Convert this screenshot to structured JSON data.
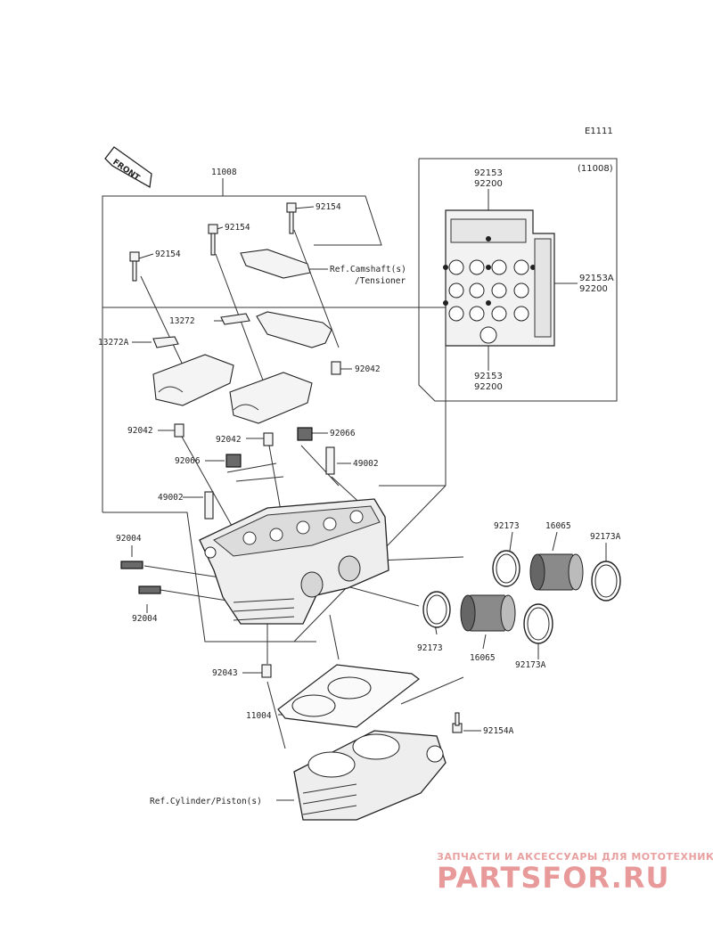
{
  "diagram_code": "E1111",
  "front_label": "FRONT",
  "inset": {
    "title": "(11008)",
    "labels": {
      "top": [
        "92153",
        "92200"
      ],
      "right": [
        "92153A",
        "92200"
      ],
      "bottom": [
        "92153",
        "92200"
      ]
    }
  },
  "parts": {
    "p11008": "11008",
    "p92154_a": "92154",
    "p92154_b": "92154",
    "p92154_c": "92154",
    "ref_camshaft_1": "Ref.Camshaft(s)",
    "ref_camshaft_2": "/Tensioner",
    "p13272": "13272",
    "p13272A": "13272A",
    "p92042_a": "92042",
    "p92042_b": "92042",
    "p92042_c": "92042",
    "p92066_a": "92066",
    "p92066_b": "92066",
    "p49002_a": "49002",
    "p49002_b": "49002",
    "p92004_a": "92004",
    "p92004_b": "92004",
    "p92173_a": "92173",
    "p92173_b": "92173",
    "p92173A_a": "92173A",
    "p92173A_b": "92173A",
    "p16065_a": "16065",
    "p16065_b": "16065",
    "p92043": "92043",
    "p11004": "11004",
    "p92154A": "92154A",
    "ref_cylinder": "Ref.Cylinder/Piston(s)"
  },
  "watermark": {
    "line1": "ЗАПЧАСТИ И АКСЕССУАРЫ ДЛЯ МОТОТЕХНИКИ",
    "line2": "PARTSFOR.RU"
  },
  "colors": {
    "line": "#333333",
    "watermark": "#e89a9a"
  }
}
